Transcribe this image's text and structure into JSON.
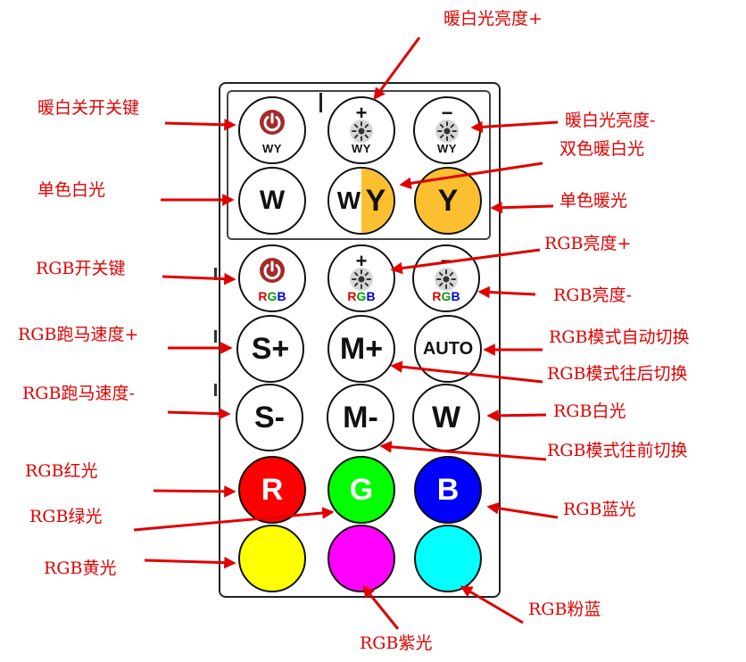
{
  "colors": {
    "annotation": "#e00000",
    "warm_yellow": "#FCBF2F",
    "power_red": "#a52a2a",
    "red": "#ff0000",
    "green": "#00ff00",
    "blue": "#0000ff",
    "yellow": "#ffff00",
    "magenta": "#ff00ff",
    "cyan": "#00ffff"
  },
  "buttons": {
    "wy_power": {
      "sub": "WY",
      "icon": "power-icon"
    },
    "wy_bright_up": {
      "sym": "+",
      "sub": "WY",
      "icon": "sun-icon"
    },
    "wy_bright_down": {
      "sym": "−",
      "sub": "WY",
      "icon": "sun-icon"
    },
    "w": {
      "label": "W"
    },
    "wy": {
      "left": "W",
      "right": "Y"
    },
    "y": {
      "label": "Y"
    },
    "rgb_power": {
      "sub_letters": [
        "R",
        "G",
        "B"
      ],
      "icon": "power-icon"
    },
    "rgb_bright_up": {
      "sym": "+",
      "sub_letters": [
        "R",
        "G",
        "B"
      ],
      "icon": "sun-icon"
    },
    "rgb_bright_down": {
      "sym": "−",
      "sub_letters": [
        "R",
        "G",
        "B"
      ],
      "icon": "sun-icon"
    },
    "s_plus": {
      "label": "S+"
    },
    "m_plus": {
      "label": "M+"
    },
    "auto": {
      "label": "AUTO"
    },
    "s_minus": {
      "label": "S-"
    },
    "m_minus": {
      "label": "M-"
    },
    "rgb_w": {
      "label": "W"
    },
    "r": {
      "label": "R"
    },
    "g": {
      "label": "G"
    },
    "b": {
      "label": "B"
    }
  },
  "callouts": {
    "wy_power": "暖白关开关键",
    "wy_bright_up": "暖白光亮度+",
    "wy_bright_down": "暖白光亮度-",
    "dual_warm_white": "双色暖白光",
    "single_white": "单色白光",
    "single_warm": "单色暖光",
    "rgb_power": "RGB开关键",
    "rgb_bright_up": "RGB亮度+",
    "rgb_bright_down": "RGB亮度-",
    "speed_up": "RGB跑马速度+",
    "auto_mode": "RGB模式自动切换",
    "mode_next": "RGB模式往后切换",
    "speed_down": "RGB跑马速度-",
    "rgb_white": "RGB白光",
    "mode_prev": "RGB模式往前切换",
    "red": "RGB红光",
    "green": "RGB绿光",
    "blue": "RGB蓝光",
    "yellow": "RGB黄光",
    "purple": "RGB紫光",
    "teal": "RGB粉蓝"
  }
}
